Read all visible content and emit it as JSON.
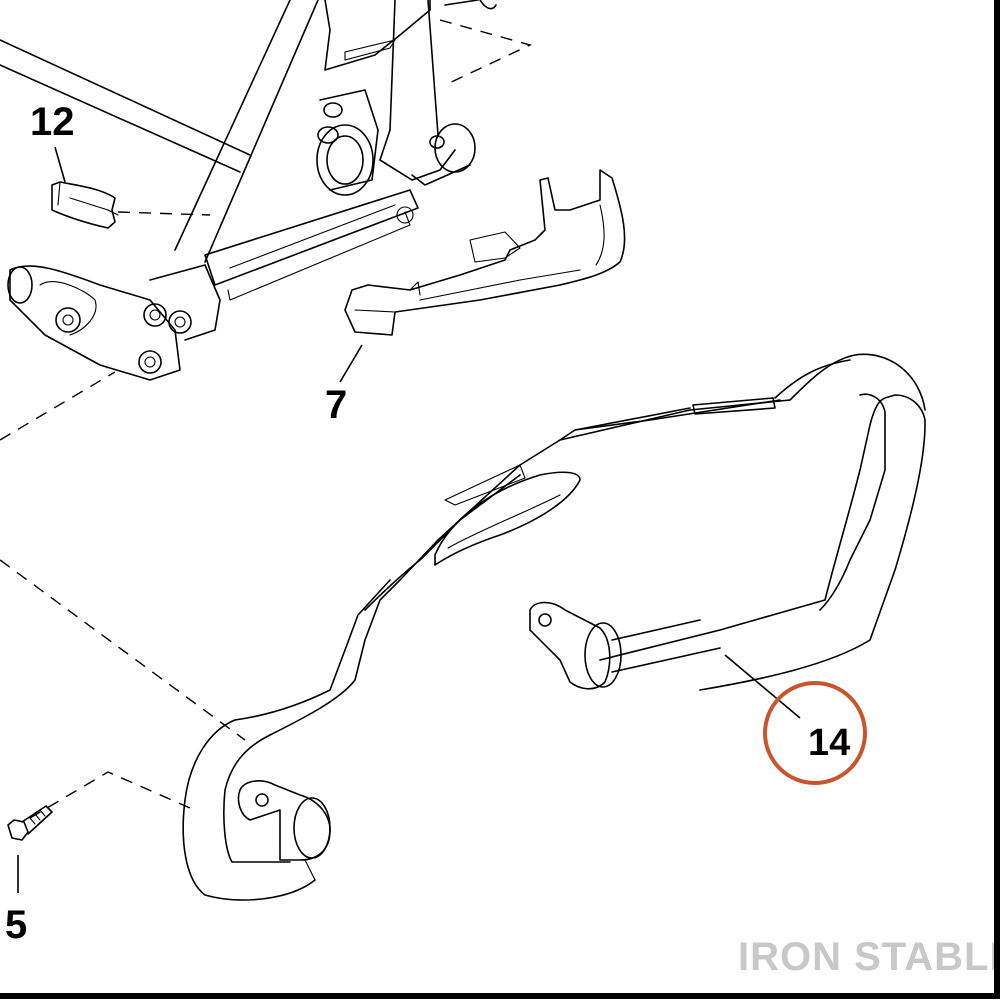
{
  "callouts": {
    "part_12": "12",
    "part_7": "7",
    "part_14": "14",
    "part_5": "5"
  },
  "highlight": {
    "part": "14",
    "ring_color": "#c8552e"
  },
  "watermark": {
    "text": "IRON STABLE",
    "color": "#c8c8c8"
  },
  "border_color": "#000000"
}
